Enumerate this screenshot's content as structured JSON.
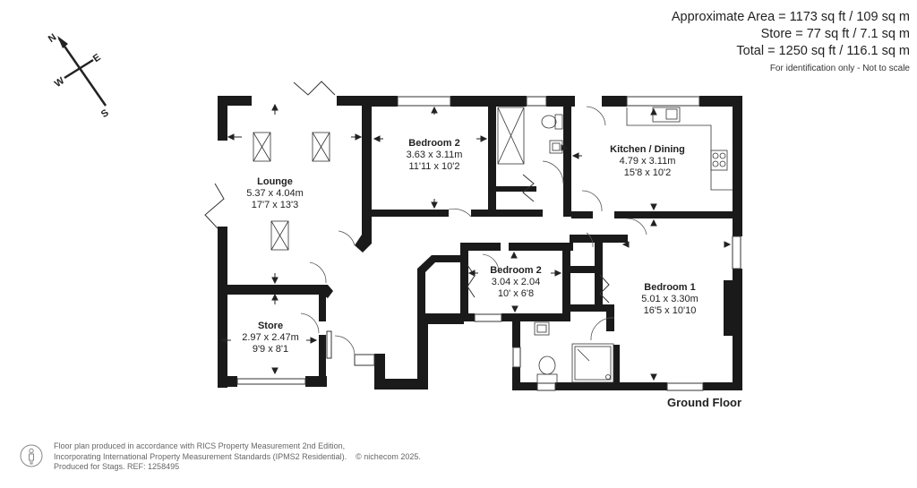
{
  "areas": {
    "approximate": "Approximate Area = 1173 sq ft / 109 sq m",
    "store": "Store = 77 sq ft / 7.1 sq m",
    "total": "Total = 1250 sq ft / 116.1 sq m",
    "note": "For identification only - Not to scale"
  },
  "compass": {
    "n": "N",
    "e": "E",
    "w": "W",
    "s": "S"
  },
  "floor_label": "Ground Floor",
  "rooms": [
    {
      "name": "Lounge",
      "metric": "5.37 x 4.04m",
      "imperial": "17'7 x 13'3"
    },
    {
      "name": "Bedroom 2",
      "metric": "3.63 x 3.11m",
      "imperial": "11'11 x 10'2"
    },
    {
      "name": "Kitchen / Dining",
      "metric": "4.79 x 3.11m",
      "imperial": "15'8 x 10'2"
    },
    {
      "name": "Bedroom 2",
      "metric": "3.04 x 2.04",
      "imperial": "10' x 6'8"
    },
    {
      "name": "Bedroom 1",
      "metric": "5.01 x 3.30m",
      "imperial": "16'5 x 10'10"
    },
    {
      "name": "Store",
      "metric": "2.97 x 2.47m",
      "imperial": "9'9 x 8'1"
    }
  ],
  "footer": {
    "line1": "Floor plan produced in accordance with RICS Property Measurement 2nd Edition,",
    "line2": "Incorporating International Property Measurement Standards (IPMS2 Residential).",
    "copyright": "© nichecom 2025.",
    "line3": "Produced for Stags.   REF: 1258495"
  },
  "colors": {
    "wall": "#1a1a1a",
    "text": "#222222",
    "footer_text": "#666666"
  }
}
